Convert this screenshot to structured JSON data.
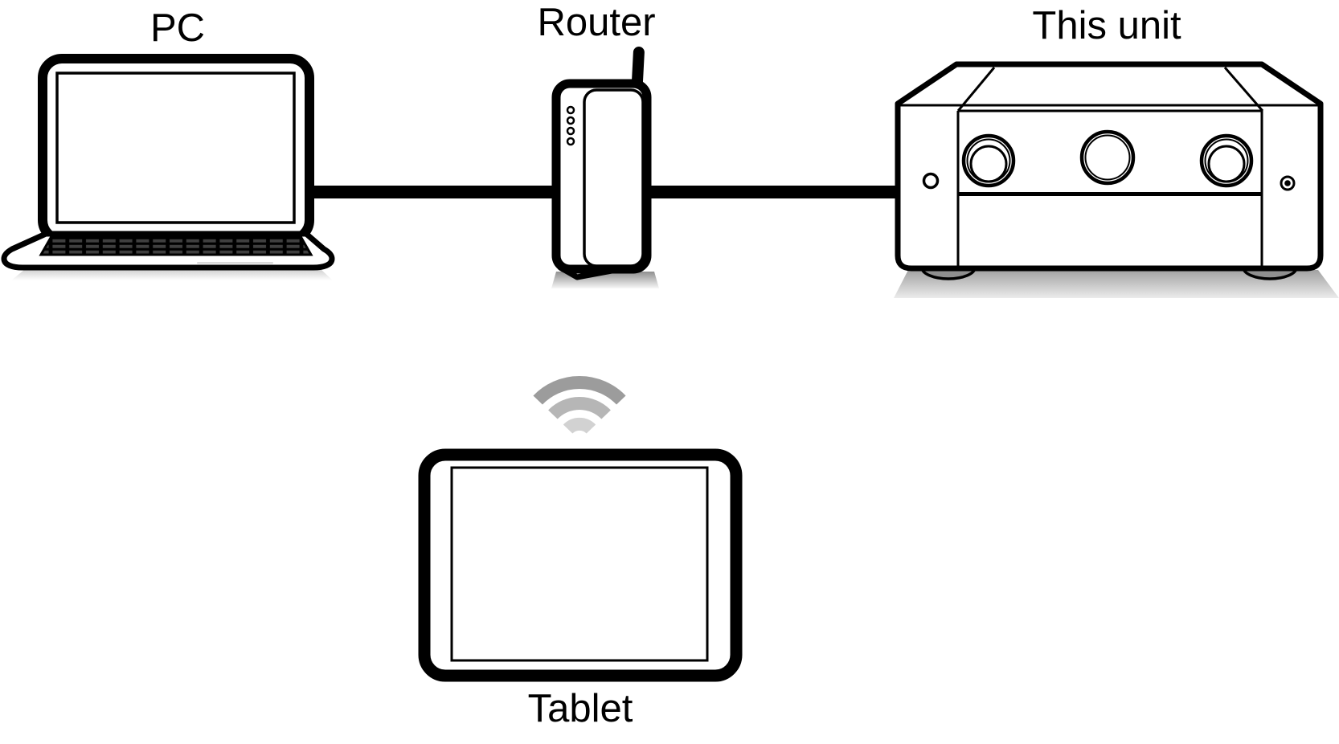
{
  "diagram": {
    "labels": {
      "pc": "PC",
      "router": "Router",
      "unit": "This unit",
      "tablet": "Tablet"
    },
    "connections": [
      {
        "from": "PC",
        "to": "Router",
        "type": "wired-lan"
      },
      {
        "from": "Router",
        "to": "This unit",
        "type": "wired-lan"
      },
      {
        "from": "Tablet",
        "to": "Router",
        "type": "wireless-wifi"
      }
    ],
    "colors": {
      "line": "#000000",
      "wifi_strong": "#9c9c9c",
      "wifi_mid": "#b6b6b6",
      "wifi_weak": "#d2d2d2",
      "device_fill": "#ffffff",
      "shadow": "#a6a6a6",
      "key_fill": "#3f3f3f"
    }
  }
}
